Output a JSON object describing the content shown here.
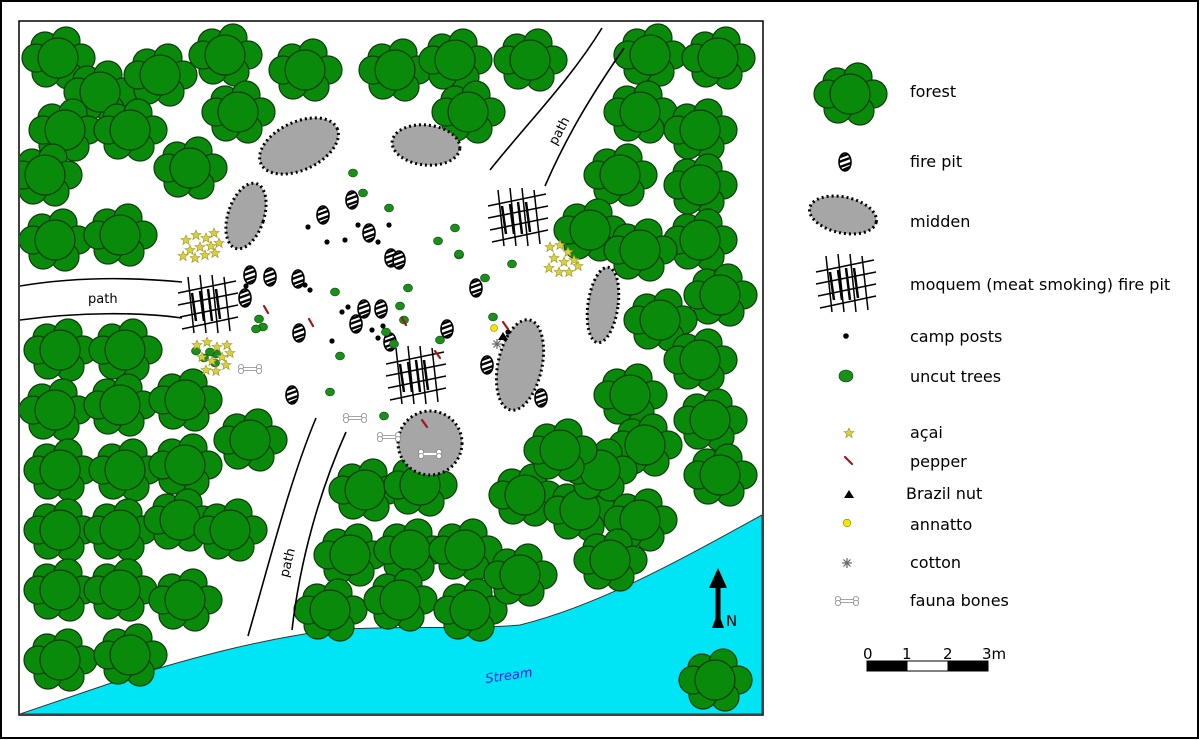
{
  "map": {
    "path_label": "path",
    "stream_label": "Stream",
    "north_label": "N",
    "colors": {
      "forest": "#0a8a0a",
      "forest_stroke": "#0b3d0b",
      "midden": "#a6a6a6",
      "stream": "#00e5f5",
      "camp_post": "#000000",
      "uncut_tree": "#1a8f1a",
      "acai": "#d8d040",
      "pepper": "#a01818",
      "annatto": "#f5e800",
      "cotton": "#666666"
    }
  },
  "legend": {
    "forest": "forest",
    "fire_pit": "fire pit",
    "midden": "midden",
    "moquem": "moquem (meat smoking) fire pit",
    "camp_posts": "camp posts",
    "uncut_trees": "uncut trees",
    "acai": "açai",
    "pepper": "pepper",
    "brazil_nut": "Brazil nut",
    "annatto": "annatto",
    "cotton": "cotton",
    "fauna_bones": "fauna bones"
  },
  "scale": {
    "ticks": [
      "0",
      "1",
      "2",
      "3m"
    ]
  }
}
